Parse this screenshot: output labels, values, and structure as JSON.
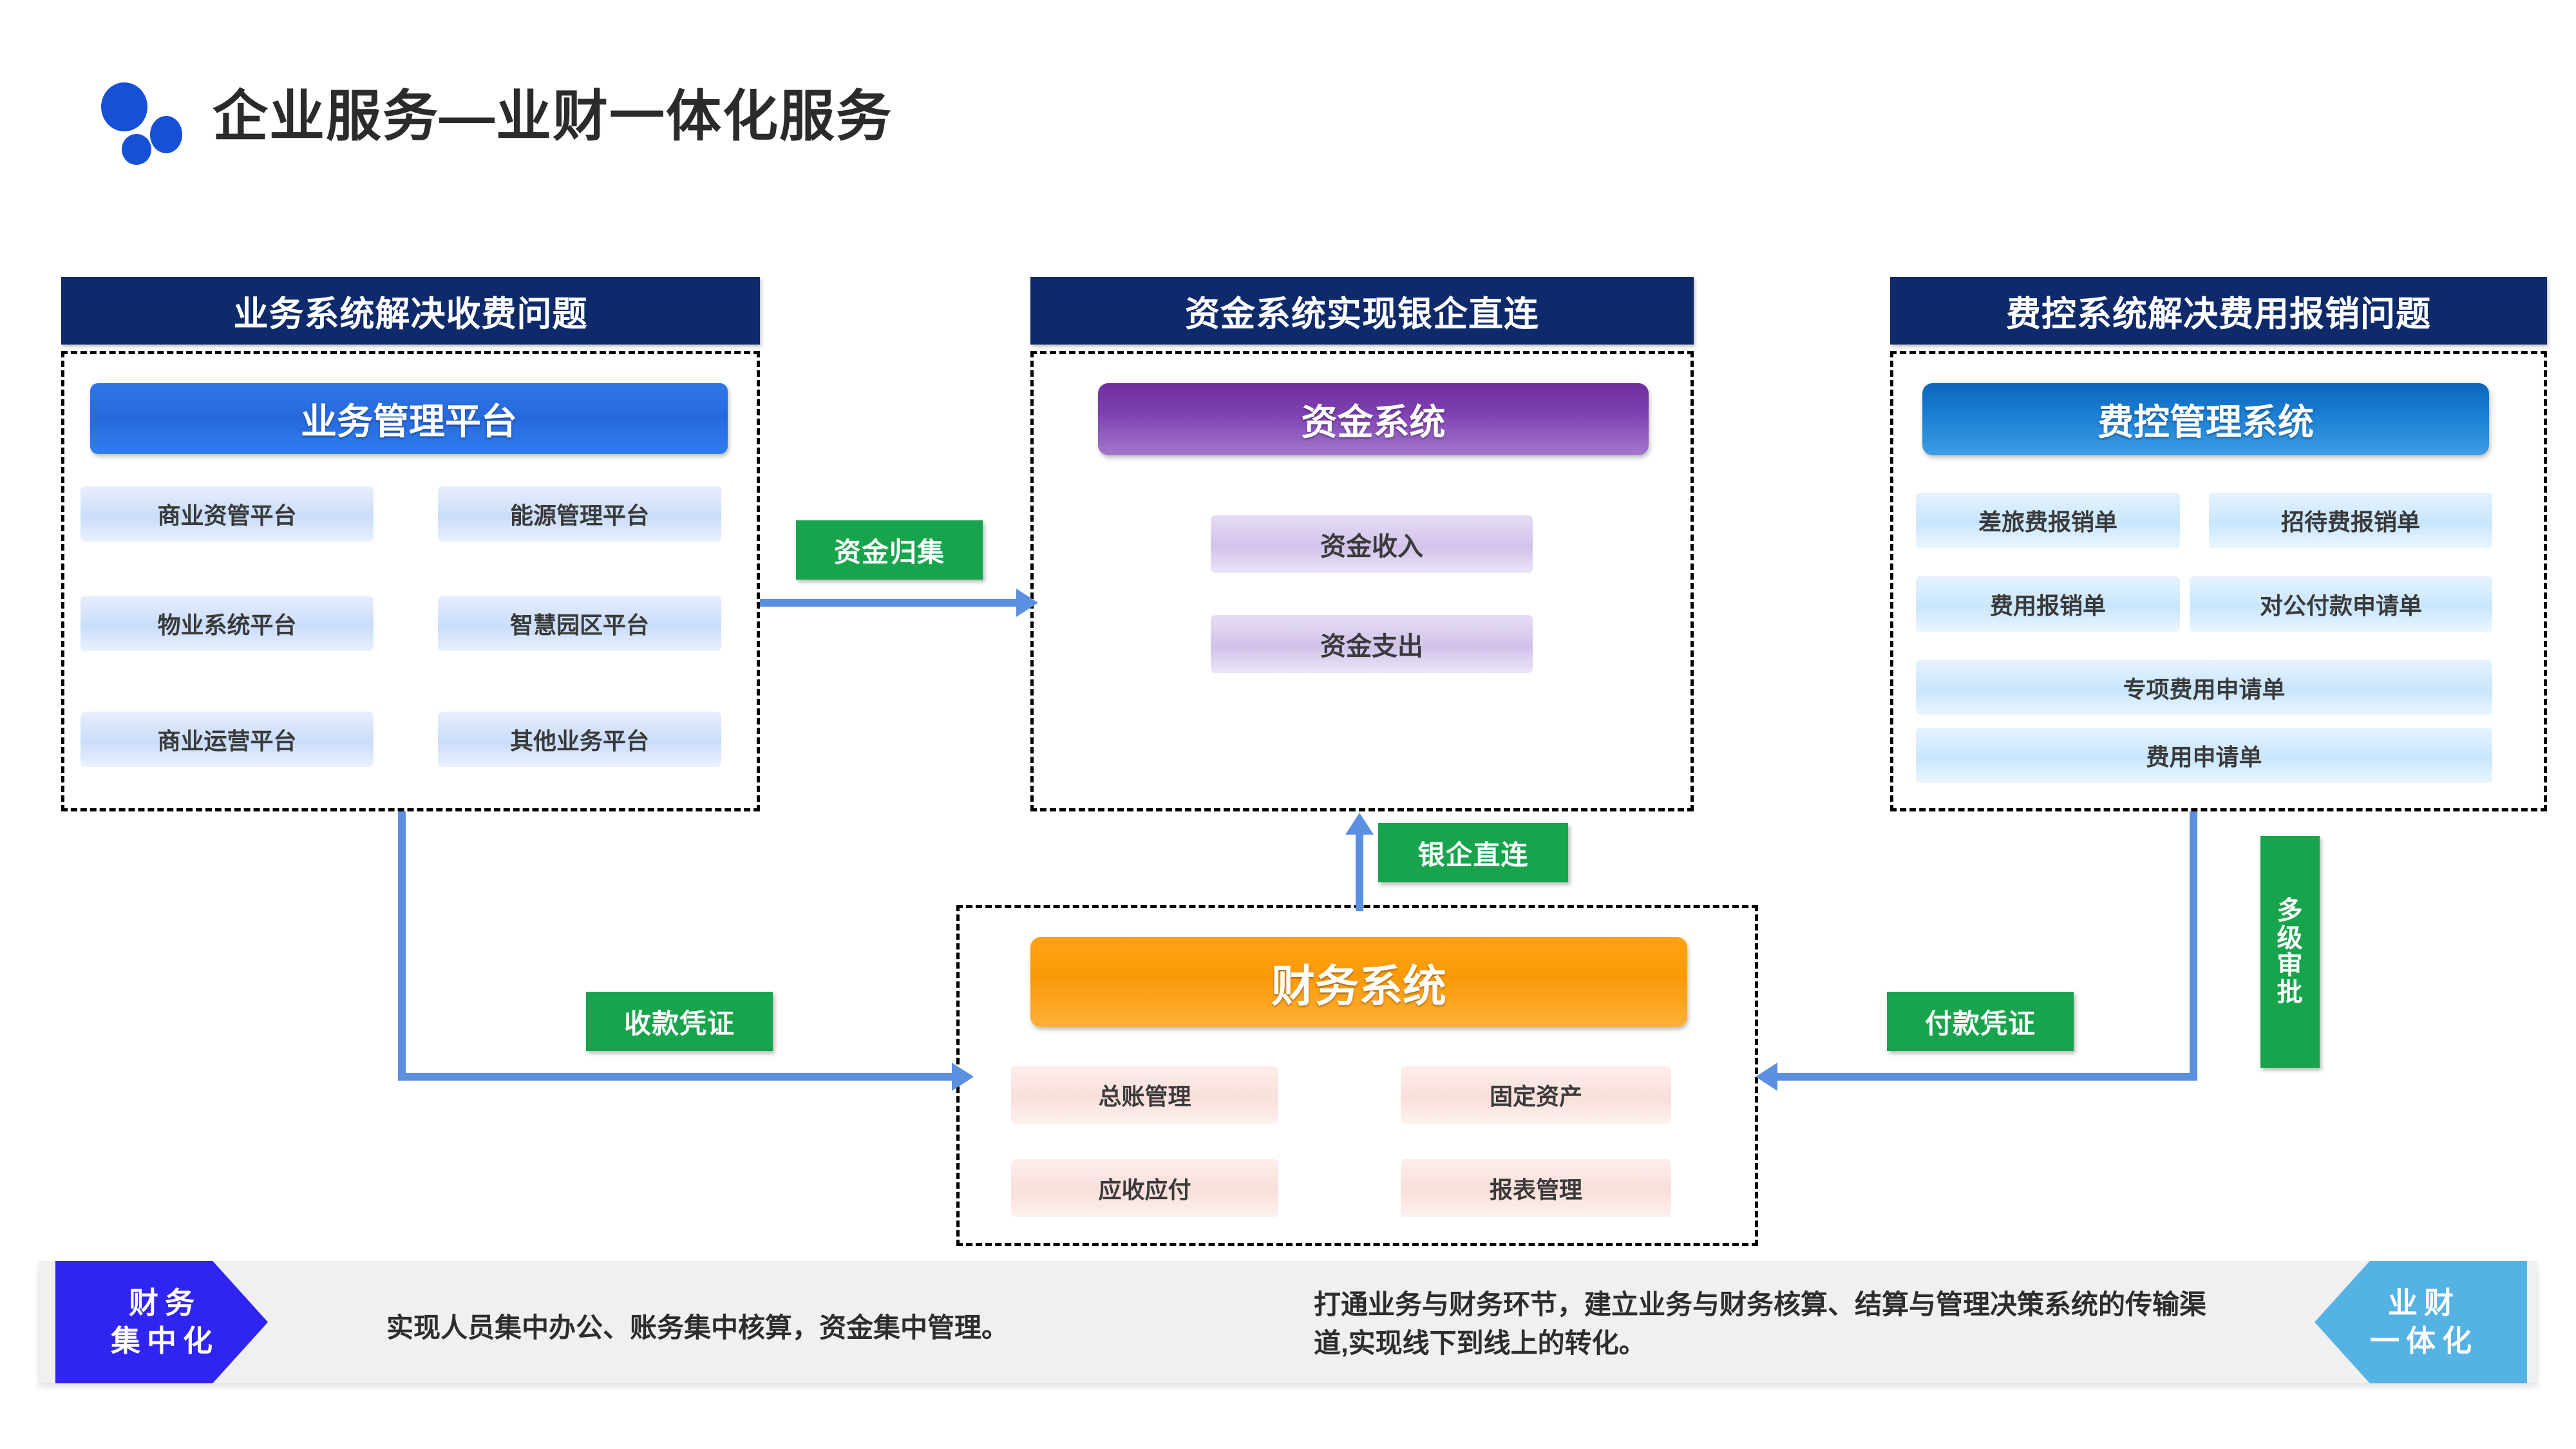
{
  "header": {
    "title": "企业服务—业财一体化服务",
    "logo": "three-dots-logo"
  },
  "columns": [
    {
      "id": "business",
      "head": "业务系统解决收费问题",
      "system": "业务管理平台",
      "items": [
        "商业资管平台",
        "能源管理平台",
        "物业系统平台",
        "智慧园区平台",
        "商业运营平台",
        "其他业务平台"
      ]
    },
    {
      "id": "fund",
      "head": "资金系统实现银企直连",
      "system": "资金系统",
      "items": [
        "资金收入",
        "资金支出"
      ]
    },
    {
      "id": "expense",
      "head": "费控系统解决费用报销问题",
      "system": "费控管理系统",
      "items": [
        "差旅费报销单",
        "招待费报销单",
        "费用报销单",
        "对公付款申请单",
        "专项费用申请单",
        "费用申请单"
      ]
    }
  ],
  "finance": {
    "system": "财务系统",
    "items": [
      "总账管理",
      "固定资产",
      "应收应付",
      "报表管理"
    ]
  },
  "connectors": {
    "fund_collect": "资金归集",
    "bank_direct": "银企直连",
    "receipt_voucher": "收款凭证",
    "payment_voucher": "付款凭证",
    "multi_approval": [
      "多",
      "级",
      "审",
      "批"
    ]
  },
  "banner": {
    "left_cap": [
      "财务",
      "集中化"
    ],
    "left_text": "实现人员集中办公、账务集中核算，资金集中管理。",
    "right_text": "打通业务与财务环节，建立业务与财务核算、结算与管理决策系统的传输渠道,实现线下到线上的转化。",
    "right_cap": [
      "业财",
      "一体化"
    ]
  },
  "colors": {
    "head_navy": "#0e2a6b",
    "business_blue": "#2f76e8",
    "fund_purple": "#7e3fb0",
    "expense_blue": "#1b7fd4",
    "finance_orange": "#fb9a08",
    "tag_green": "#17a44c",
    "connector_blue": "#5b8fe0",
    "cap_left_blue": "#2f24f0",
    "cap_right_blue": "#55b3e3"
  }
}
